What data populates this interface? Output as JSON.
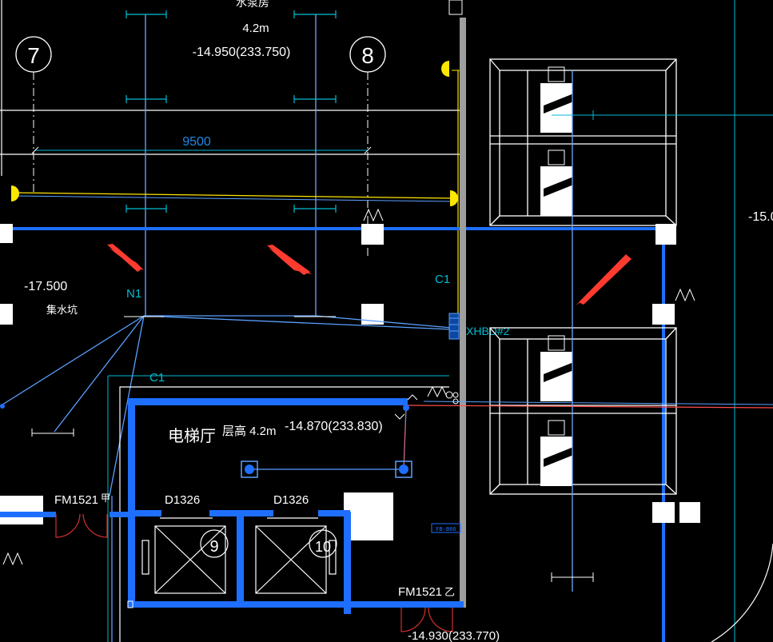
{
  "colors": {
    "background": "#000000",
    "wall": "#ffffff",
    "pipe_blue": "#1e6fff",
    "pipe_light": "#5aa0ff",
    "dim_cyan": "#00bcd4",
    "hydrant_yellow": "#ffe600",
    "arrow_red": "#ff3b30",
    "door_red": "#d32f2f",
    "grey_wall": "#9e9e9e"
  },
  "labels": {
    "top_room": "水泵房",
    "top_height": "4.2m",
    "top_elevation": "-14.950(233.750)",
    "axis_7": "7",
    "axis_8": "8",
    "dim_9500": "9500",
    "sump_elevation": "-17.500",
    "sump_name": "集水坑",
    "pipe_n1": "N1",
    "pipe_c1_upper": "C1",
    "pipe_c1_lower": "C1",
    "hydrant_box": "XHBD#2",
    "right_elevation": "-15.0",
    "lobby_name": "电梯厅",
    "lobby_height": "层高 4.2m",
    "lobby_elevation": "-14.870(233.830)",
    "door_fm1521_left": "FM1521",
    "door_grade_left": "甲",
    "door_d1326_a": "D1326",
    "door_d1326_b": "D1326",
    "elevator_9": "9",
    "elevator_10": "10",
    "small_tag": "FB-B66",
    "door_fm1521_bottom": "FM1521",
    "door_grade_bottom": "乙",
    "bottom_elevation": "-14.930(233.770)"
  }
}
